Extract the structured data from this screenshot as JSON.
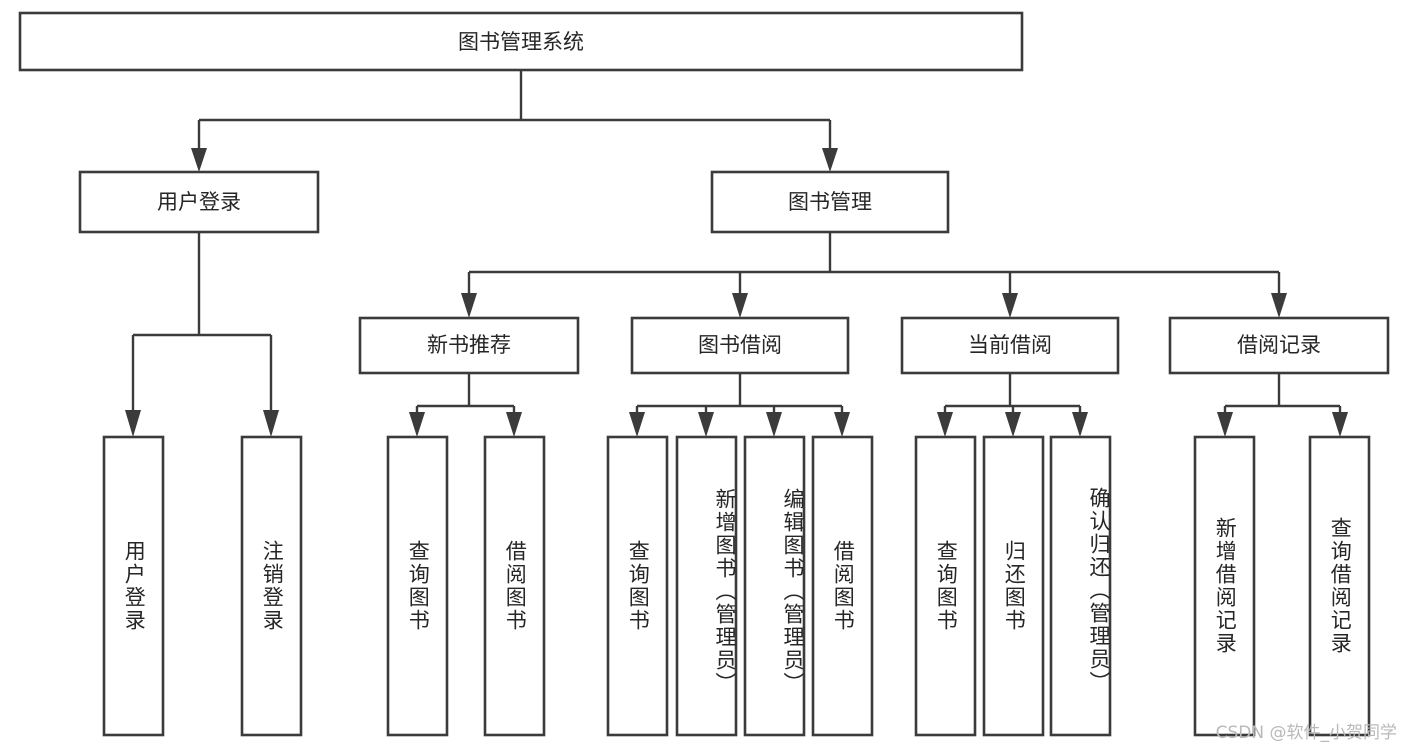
{
  "diagram": {
    "title": "图书管理系统",
    "type": "hierarchy-tree",
    "colors": {
      "box_stroke": "#3b3b3b",
      "box_fill": "#ffffff",
      "text": "#262626",
      "connector": "#3b3b3b",
      "background": "#ffffff",
      "watermark": "#b9b9b9"
    },
    "root": {
      "label": "图书管理系统"
    },
    "level2": [
      {
        "label": "用户登录"
      },
      {
        "label": "图书管理"
      }
    ],
    "level3": [
      {
        "label": "新书推荐"
      },
      {
        "label": "图书借阅"
      },
      {
        "label": "当前借阅"
      },
      {
        "label": "借阅记录"
      }
    ],
    "leaves": {
      "user_login": [
        {
          "label": "用户登录"
        },
        {
          "label": "注销登录"
        }
      ],
      "new_book_recommend": [
        {
          "label": "查询图书"
        },
        {
          "label": "借阅图书"
        }
      ],
      "book_borrow": [
        {
          "label": "查询图书"
        },
        {
          "label": "新增图书（管理员）"
        },
        {
          "label": "编辑图书（管理员）"
        },
        {
          "label": "借阅图书"
        }
      ],
      "current_borrow": [
        {
          "label": "查询图书"
        },
        {
          "label": "归还图书"
        },
        {
          "label": "确认归还（管理员）"
        }
      ],
      "borrow_record": [
        {
          "label": "新增借阅记录"
        },
        {
          "label": "查询借阅记录"
        }
      ]
    }
  },
  "watermark": {
    "text": "CSDN @软件_小贺同学"
  }
}
